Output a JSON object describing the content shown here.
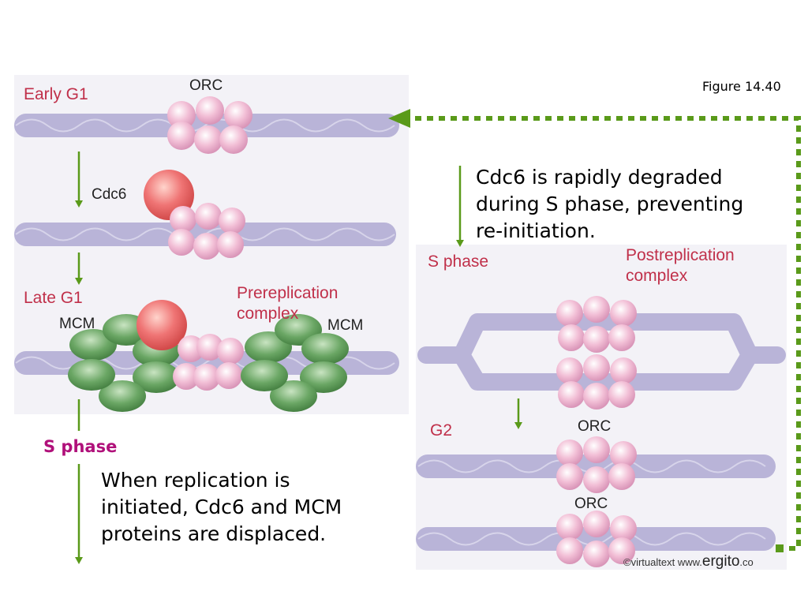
{
  "figure_label": "Figure 14.40",
  "left_panel": {
    "early_g1": "Early G1",
    "orc": "ORC",
    "cdc6": "Cdc6",
    "late_g1": "Late G1",
    "prerep_line1": "Prereplication",
    "prerep_line2": "complex",
    "mcm_left": "MCM",
    "mcm_right": "MCM"
  },
  "s_phase_label": "S phase",
  "note_replication": [
    "When replication is",
    "initiated, Cdc6 and MCM",
    "proteins are displaced."
  ],
  "note_degraded": [
    "Cdc6 is rapidly degraded",
    "during S phase, preventing",
    "re-initiation."
  ],
  "right_panel": {
    "s_phase": "S phase",
    "postrep_line1": "Postreplication",
    "postrep_line2": "complex",
    "g2": "G2",
    "orc_1": "ORC",
    "orc_2": "ORC",
    "credit_prefix": "©virtualtext www.",
    "credit_brand": "ergito",
    "credit_suffix": ".co"
  },
  "colors": {
    "arrow": "#5a9a1a",
    "dotted": "#5a9a1a",
    "dna": "#b9b4d8",
    "orc": "#f0b8d0",
    "cdc6": "#ee6a6a",
    "mcm": "#5e9a5a",
    "panel_label": "#c0304a",
    "s_phase": "#b0107a"
  }
}
